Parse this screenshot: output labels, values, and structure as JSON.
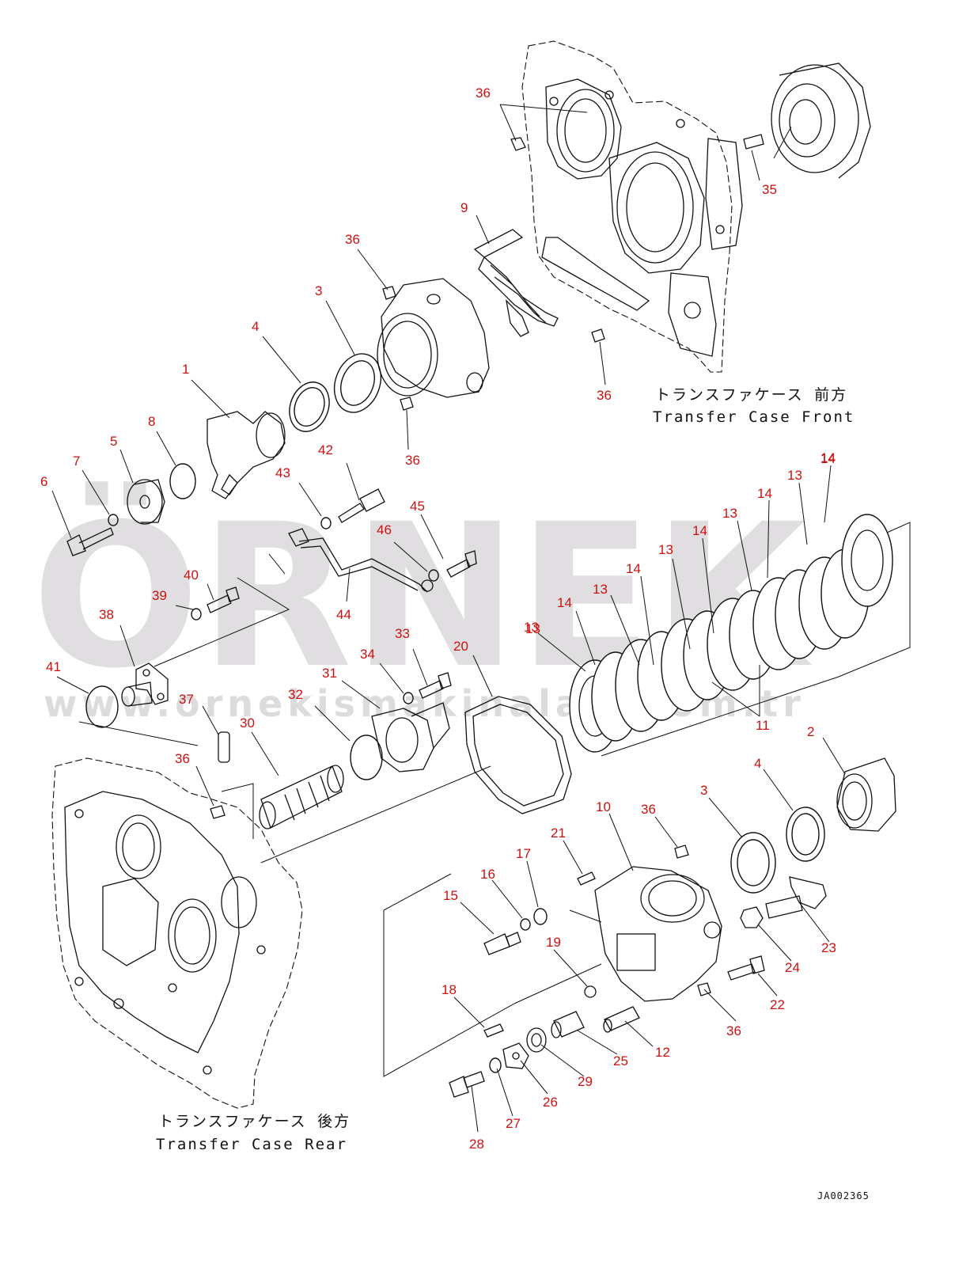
{
  "diagram_code": "JA002365",
  "captions": {
    "front_jp": "トランスファケース 前方",
    "front_en": "Transfer Case Front",
    "rear_jp": "トランスファケース 後方",
    "rear_en": "Transfer Case Rear"
  },
  "watermark": {
    "brand": "ÖRNEK",
    "url": "www.ornekismakinalari.com.tr"
  },
  "colors": {
    "callout": "#cc1111",
    "line": "#111111",
    "watermark": "#c8c4c8"
  },
  "callouts": [
    "36",
    "9",
    "35",
    "36",
    "3",
    "4",
    "1",
    "36",
    "8",
    "5",
    "7",
    "6",
    "42",
    "43",
    "45",
    "46",
    "44",
    "40",
    "39",
    "38",
    "41",
    "37",
    "36",
    "30",
    "32",
    "31",
    "34",
    "33",
    "20",
    "13",
    "14",
    "13",
    "14",
    "13",
    "14",
    "13",
    "14",
    "13",
    "14",
    "13",
    "14",
    "11",
    "2",
    "4",
    "3",
    "10",
    "36",
    "21",
    "17",
    "16",
    "15",
    "19",
    "18",
    "36",
    "12",
    "25",
    "29",
    "26",
    "27",
    "28",
    "22",
    "24",
    "23",
    "36"
  ]
}
